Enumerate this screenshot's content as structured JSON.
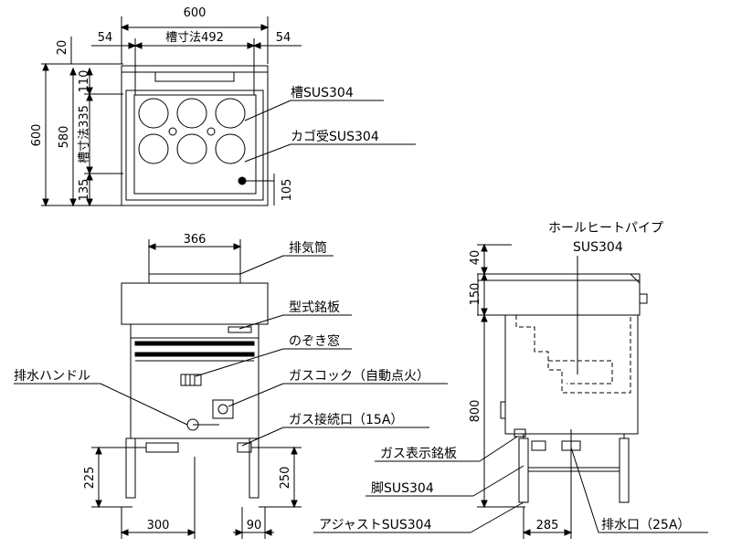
{
  "top_view": {
    "dims": {
      "width_total": "600",
      "tank_width": "槽寸法492",
      "side_left": "54",
      "side_right": "54",
      "h_20": "20",
      "h_600": "600",
      "h_580": "580",
      "h_110": "110",
      "h_tank": "槽寸法335",
      "h_135": "135",
      "h_105": "105"
    },
    "labels": {
      "tank_material": "槽SUS304",
      "basket_holder": "カゴ受SUS304"
    }
  },
  "front_view": {
    "dims": {
      "flue_width": "366",
      "leg_height": "225",
      "offset_300": "300",
      "offset_90": "90",
      "gas_height": "250"
    },
    "labels": {
      "flue": "排気筒",
      "nameplate": "型式銘板",
      "peep_window": "のぞき窓",
      "gas_cock": "ガスコック（自動点火）",
      "drain_handle": "排水ハンドル",
      "gas_inlet": "ガス接続口（15A）"
    }
  },
  "side_view": {
    "dims": {
      "h_40": "40",
      "h_150": "150",
      "h_800": "800",
      "offset_285": "285"
    },
    "labels": {
      "heat_pipe_line1": "ホールヒートパイプ",
      "heat_pipe_line2": "SUS304",
      "gas_label_plate": "ガス表示銘板",
      "legs": "脚SUS304",
      "adjuster": "アジャストSUS304",
      "drain_port": "排水口（25A）"
    }
  }
}
